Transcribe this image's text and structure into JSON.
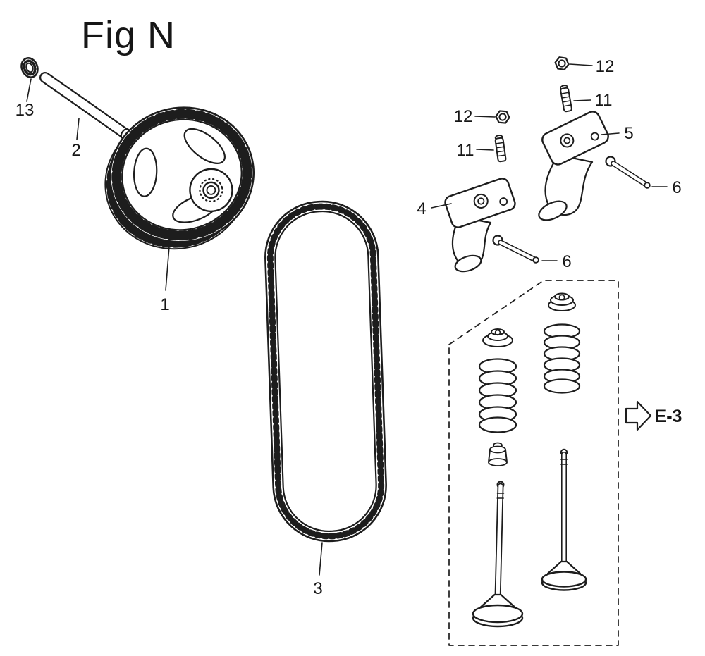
{
  "figure": {
    "title": "Fig N",
    "reference_label": "E-3"
  },
  "callouts": {
    "part1": "1",
    "part2": "2",
    "part3": "3",
    "part4": "4",
    "part5": "5",
    "part6_upper": "6",
    "part6_lower": "6",
    "part11_upper": "11",
    "part11_lower": "11",
    "part12_upper": "12",
    "part12_lower": "12",
    "part13": "13"
  },
  "colors": {
    "line": "#1d1d1d",
    "background": "#ffffff"
  }
}
